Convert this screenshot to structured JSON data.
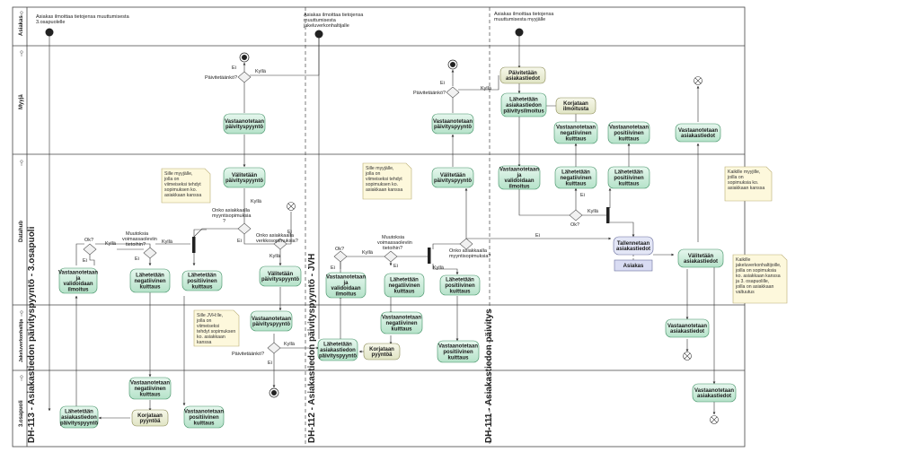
{
  "lanes": {
    "asiakas": "Asiakas",
    "myyja": "Myyjä",
    "datahub": "Datahub",
    "jakeluverkonhaltija": "Jakeluverkonhaltija",
    "osapuoli3": "3.osapuoli"
  },
  "sections": {
    "dh113": "DH-113 - Asiakastiedon päivityspyyntö - 3.osapuoli",
    "dh112": "DH-112 - Asiakastiedon päivityspyyntö - JVH",
    "dh111": "DH-111 - Asiakastiedon päivitys"
  },
  "start_labels": {
    "s1": "Asiakas ilmoittaa tietojensa muuttumisesta 3.osapuolelle",
    "s2": "Asiakas ilmoittaa tietojensa muuttumisesta jakeluverkonhaltijalle",
    "s3": "Asiakas ilmoittaa tietojensa muuttumisesta myyjälle"
  },
  "activities": {
    "vastaanotetaan_paivityspyynto": "Vastaanotetaan päivityspyyntö",
    "valitetaan_paivityspyynto": "Välitetään päivityspyyntö",
    "vastaanotetaan_validoidaan_ilmoitus": "Vastaanotetaan ja validoidaan ilmoitus",
    "lahetetaan_negatiivinen_kuittaus": "Lähetetään negatiivinen kuittaus",
    "lahetetaan_positiivinen_kuittaus": "Lähetetään positiivinen kuittaus",
    "vastaanotetaan_negatiivinen_kuittaus": "Vastaanotetaan negatiivinen kuittaus",
    "vastaanotetaan_positiivinen_kuittaus": "Vastaanotetaan positiivinen kuittaus",
    "korjataan_pyyntoa": "Korjataan pyyntöä",
    "lahetetaan_asiakastiedon_paivityspyynto": "Lähetetään asiakastiedon päivityspyyntö",
    "paivitetaan_asiakastiedot": "Päivitetään asiakastiedot",
    "lahetetaan_asiakastiedon_paivitysilmoitus": "Lähetetään asiakastiedon päivitysilmoitus",
    "korjataan_ilmoitusta": "Korjataan ilmoitusta",
    "vastaanotetaan_asiakastiedot": "Vastaanotetaan asiakastiedot",
    "tallennetaan_asiakastiedot": "Tallennetaan asiakastiedot",
    "valitetaan_asiakastiedot": "Välitetään asiakastiedot",
    "asiakas": "Asiakas"
  },
  "decisions": {
    "paivitetaanko": "Päivitetäänkö?",
    "ok": "Ok?",
    "muutoksia": "Muutoksia voimassaoleviin tietoihin?",
    "onko_myyntisopimuksia": "Onko asiakkaalla myyntisopimuksia?",
    "onko_verkkosopimuksia": "Onko asiakkaalla verkkosopimuksia?"
  },
  "flow_labels": {
    "kylla": "Kyllä",
    "ei": "Ei"
  },
  "notes": {
    "n1": "Sille myyjälle, jolla on viimeiseksi tehdyt sopimuksen ko. asiakkaan kanssa",
    "n2": "Sille JVH:lle, jolla on viimeiseksi tehdyt sopimuksen ko. asiakkaan kanssa",
    "n3": "Sille myyjälle, jolla on viimeiseksi tehdyt sopimuksen ko. asiakkaan kanssa",
    "n4": "Kaikille myyjille, joilla on sopimuksia ko. asiakkaan kanssa",
    "n5": "Kaikille jakeluverkonhaltijoille, joilla on sopimuksia ko. asiakkaan kanssa ja 3. osapuolille, joilla on asiakkaan valtuutus"
  },
  "colors": {
    "activity_fill": "#c9ecd9",
    "activity_stroke": "#3f8f63",
    "activity_light_fill": "#eef1dc",
    "activity_light_stroke": "#8a8a55",
    "datastore_fill": "#d9dcf3",
    "note_fill": "#fdf8dc",
    "note_stroke": "#b9ad72",
    "lane_line": "#444444",
    "flow": "#333333"
  }
}
